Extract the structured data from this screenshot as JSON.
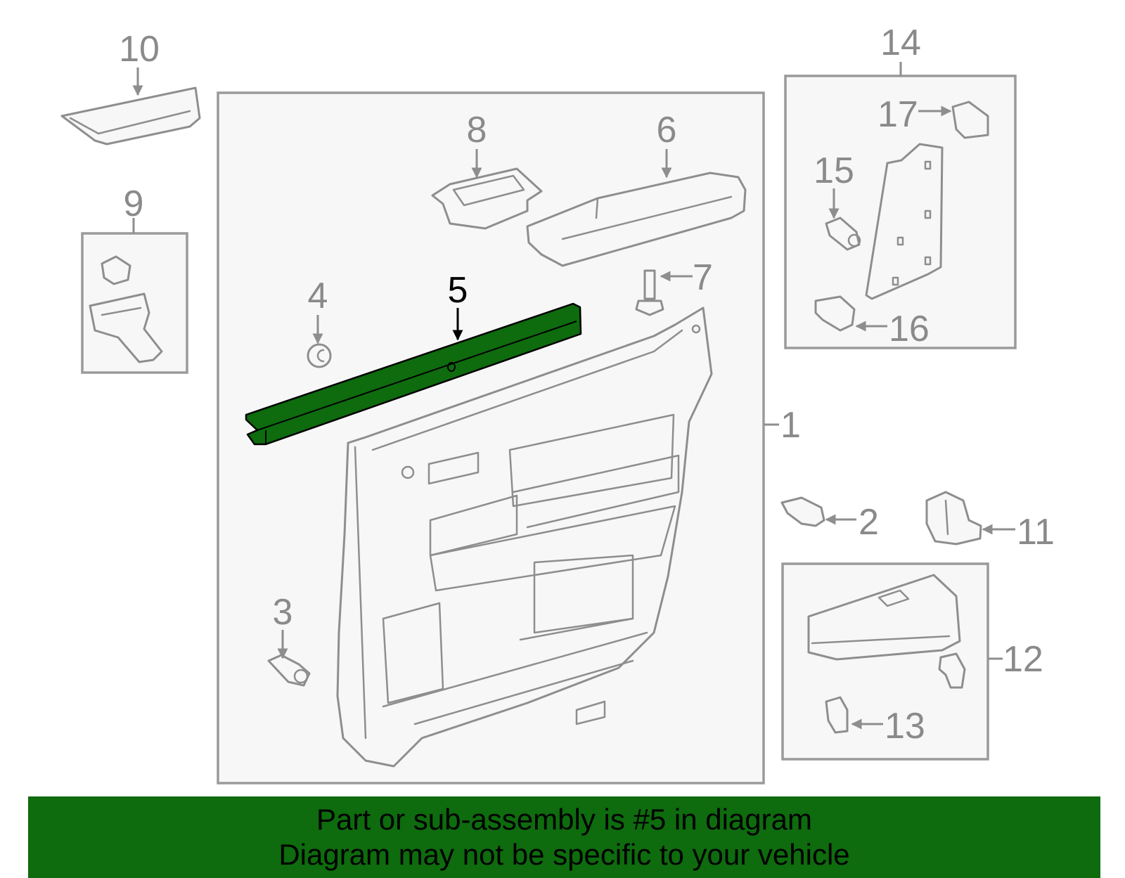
{
  "colors": {
    "highlight_part": "#0e6b0e",
    "banner": "#0e6b0e",
    "line_art": "#8e8e8e"
  },
  "callouts": {
    "c1": "1",
    "c2": "2",
    "c3": "3",
    "c4": "4",
    "c5": "5",
    "c6": "6",
    "c7": "7",
    "c8": "8",
    "c9": "9",
    "c10": "10",
    "c11": "11",
    "c12": "12",
    "c13": "13",
    "c14": "14",
    "c15": "15",
    "c16": "16",
    "c17": "17"
  },
  "highlighted_callout": "5",
  "banner": {
    "line1": "Part or sub-assembly is #5 in diagram",
    "line2": "Diagram may not be specific to your vehicle"
  }
}
